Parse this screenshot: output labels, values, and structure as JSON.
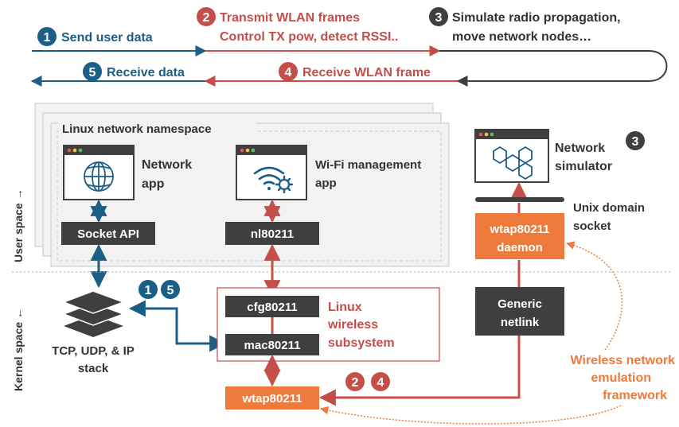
{
  "colors": {
    "blue": "#1b5e86",
    "red": "#c44e4a",
    "orange": "#ee7a3c",
    "dark": "#3f3f3f",
    "gray_bg": "#f2f2f2",
    "gray_border": "#c8c8c8",
    "text": "#333333"
  },
  "steps": {
    "s1": {
      "num": "1",
      "label": "Send user data"
    },
    "s2": {
      "num": "2",
      "line1": "Transmit WLAN frames",
      "line2": "Control TX pow, detect RSSI.."
    },
    "s3": {
      "num": "3",
      "line1": "Simulate radio propagation,",
      "line2": "move network nodes…"
    },
    "s4": {
      "num": "4",
      "label": "Receive WLAN frame"
    },
    "s5": {
      "num": "5",
      "label": "Receive data"
    }
  },
  "namespace": {
    "title": "Linux network namespace"
  },
  "network_app": {
    "line1": "Network",
    "line2": "app",
    "icon": "globe-icon"
  },
  "wifi_app": {
    "line1": "Wi-Fi management",
    "line2": "app",
    "icon": "wifi-gear-icon"
  },
  "socket_api": "Socket API",
  "nl80211": "nl80211",
  "cfg80211": "cfg80211",
  "mac80211": "mac80211",
  "wtap80211": "wtap80211",
  "wireless_subsystem": {
    "line1": "Linux",
    "line2": "wireless",
    "line3": "subsystem"
  },
  "tcp_stack": {
    "line1": "TCP, UDP, & IP",
    "line2": "stack",
    "icon": "stack-layers-icon"
  },
  "badges_15": {
    "a": "1",
    "b": "5"
  },
  "badges_24": {
    "a": "2",
    "b": "4"
  },
  "net_sim": {
    "line1": "Network",
    "line2": "simulator",
    "badge": "3",
    "icon": "hexagon-molecule-icon"
  },
  "unix_socket": {
    "line1": "Unix domain",
    "line2": "socket"
  },
  "daemon": {
    "line1": "wtap80211",
    "line2": "daemon"
  },
  "generic_netlink": {
    "line1": "Generic",
    "line2": "netlink"
  },
  "framework": {
    "line1": "Wireless network",
    "line2": "emulation",
    "line3": "framework"
  },
  "axis": {
    "user_space": "User space →",
    "kernel_space": "Kernel space ←"
  }
}
